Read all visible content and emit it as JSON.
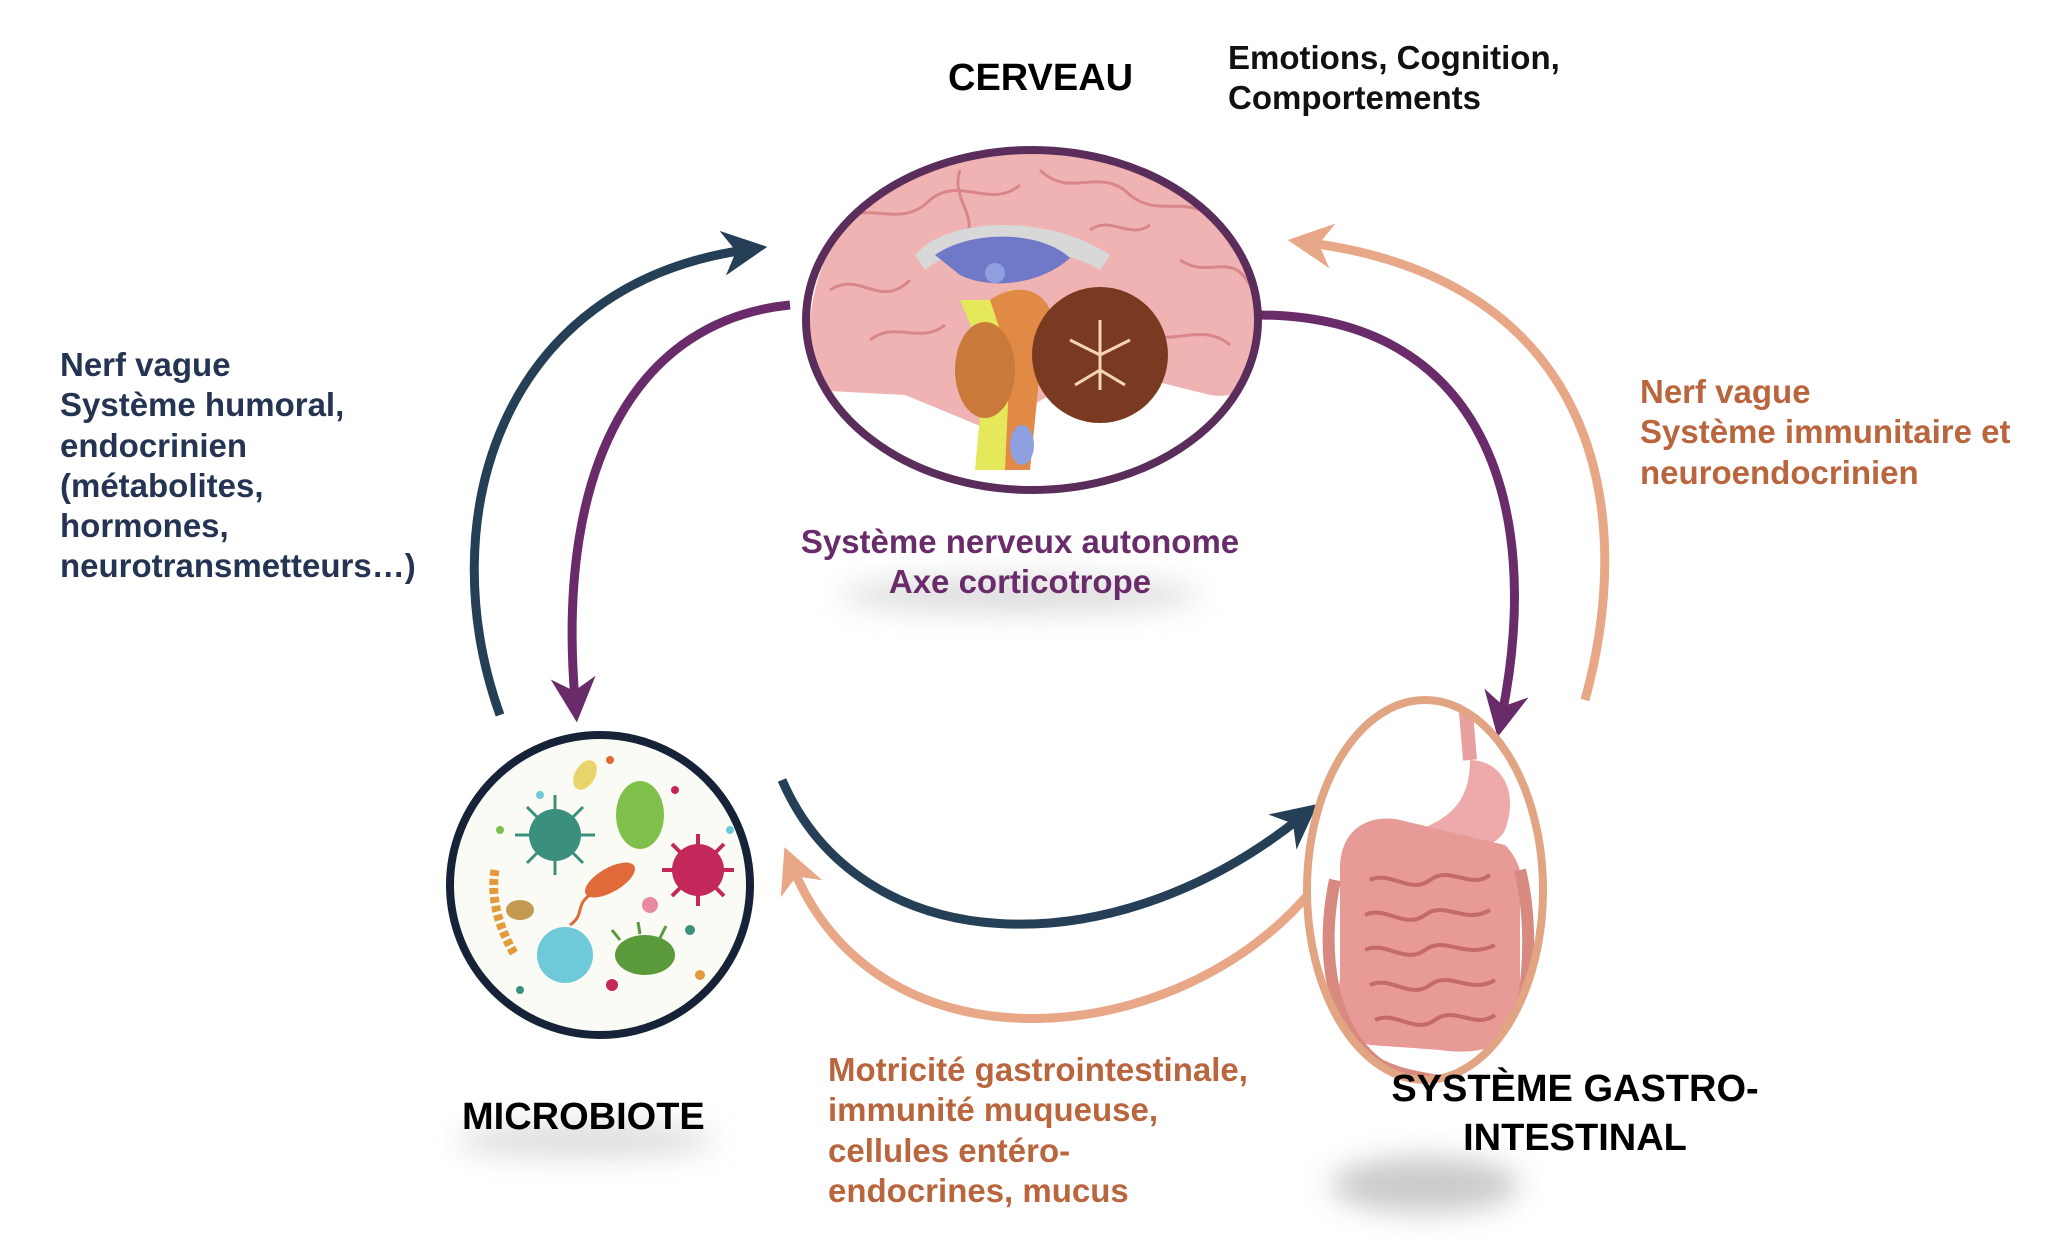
{
  "nodes": {
    "brain": {
      "title": "CERVEAU",
      "note": "Emotions, Cognition,\nComportements"
    },
    "microbiota": {
      "title": "MICROBIOTE"
    },
    "gut": {
      "title": "SYSTÈME GASTRO-\nINTESTINAL"
    }
  },
  "links": {
    "microbiota_to_brain": "Nerf vague\nSystème humoral,\nendocrinien\n(métabolites,\nhormones,\nneurotransmetteurs…)",
    "brain_to_periphery": "Système nerveux autonome\nAxe corticotrope",
    "gut_to_brain": "Nerf vague\nSystème immunitaire et\nneuroendocrinien",
    "gut_to_microbiota": "Motricité gastrointestinale,\nimmunité muqueuse,\ncellules entéro-\nendocrines, mucus"
  },
  "colors": {
    "dark_blue": "#253f56",
    "purple": "#6a2b6a",
    "peach": "#e8a887",
    "orange_text": "#b9653d",
    "dark_text": "#253452"
  },
  "icons": [
    "brain-illustration",
    "microbes-illustration",
    "digestive-system-illustration"
  ]
}
